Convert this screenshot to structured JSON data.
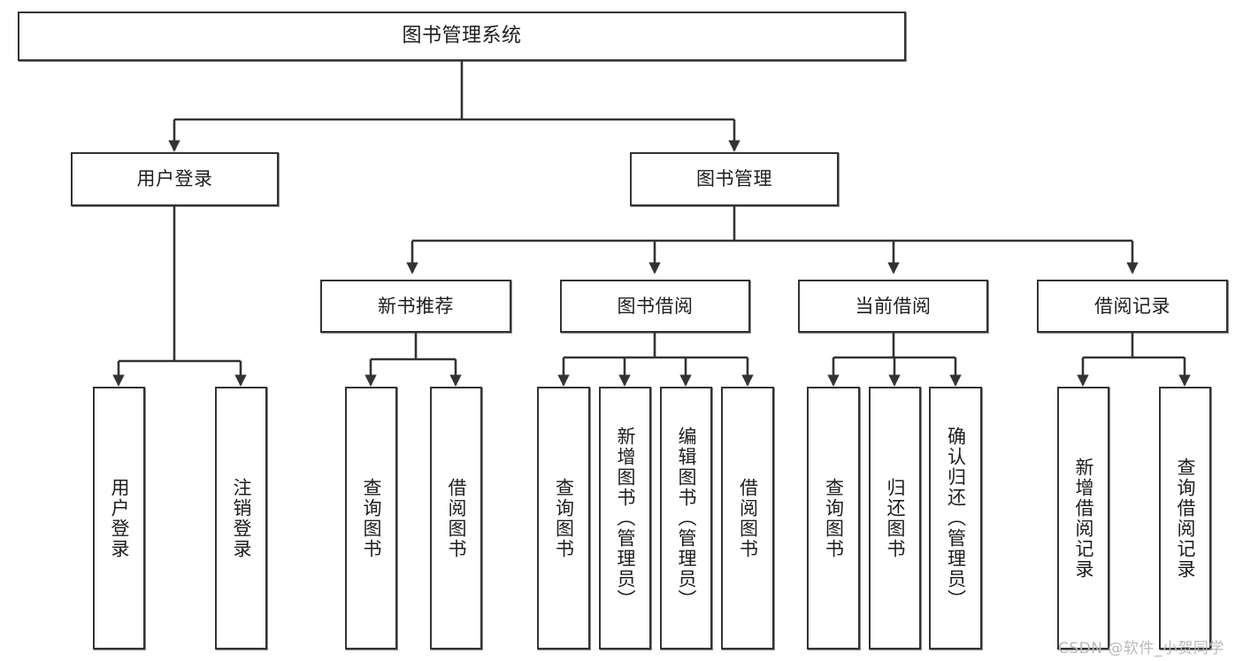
{
  "diagram": {
    "title": "图书管理系统",
    "type": "tree-hierarchy",
    "root": {
      "label": "图书管理系统"
    },
    "level1": [
      {
        "label": "用户登录"
      },
      {
        "label": "图书管理"
      }
    ],
    "level2": [
      {
        "label": "新书推荐"
      },
      {
        "label": "图书借阅"
      },
      {
        "label": "当前借阅"
      },
      {
        "label": "借阅记录"
      }
    ],
    "leaves": {
      "user_login": [
        {
          "label": "用户登录"
        },
        {
          "label": "注销登录"
        }
      ],
      "new_book_recommend": [
        {
          "label": "查询图书"
        },
        {
          "label": "借阅图书"
        }
      ],
      "book_borrow": [
        {
          "label": "查询图书"
        },
        {
          "label": "新增图书（管理员）"
        },
        {
          "label": "编辑图书（管理员）"
        },
        {
          "label": "借阅图书"
        }
      ],
      "current_borrow": [
        {
          "label": "查询图书"
        },
        {
          "label": "归还图书"
        },
        {
          "label": "确认归还（管理员）"
        }
      ],
      "borrow_record": [
        {
          "label": "新增借阅记录"
        },
        {
          "label": "查询借阅记录"
        }
      ]
    }
  },
  "watermark": {
    "text": "CSDN @软件_小贺同学"
  },
  "colors": {
    "border": "#333333",
    "background": "#ffffff",
    "text": "#1d1d1d",
    "watermark": "#b9b9b9"
  }
}
